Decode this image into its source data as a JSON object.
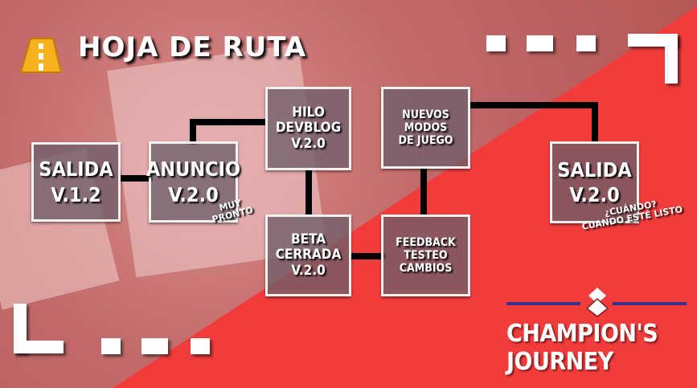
{
  "title": "HOJA DE RUTA",
  "boxes": {
    "salida_v1": {
      "line1": "SALIDA",
      "line2": "V.1.2"
    },
    "anuncio": {
      "line1": "ANUNCIO",
      "line2": "V.2.0"
    },
    "hilo": {
      "line1": "HILO",
      "line2": "DEVBLOG",
      "line3": "V.2.0"
    },
    "beta": {
      "line1": "BETA",
      "line2": "CERRADA",
      "line3": "V.2.0"
    },
    "nuevos": {
      "line1": "NUEVOS",
      "line2": "MODOS",
      "line3": "DE JUEGO"
    },
    "feedback": {
      "line1": "FEEDBACK",
      "line2": "TESTEO",
      "line3": "CAMBIOS"
    },
    "salida_v2": {
      "line1": "SALIDA",
      "line2": "V.2.0"
    }
  },
  "notes": {
    "muy_pronto": {
      "line1": "MUY",
      "line2": "PRONTO"
    },
    "cuando": {
      "line1": "¿CUÁNDO?",
      "line2": "CUANDO ESTÉ LISTO"
    }
  },
  "brand": {
    "name": "CHAMPION'S JOURNEY"
  },
  "colors": {
    "accent": "#f23c3c",
    "brand_line": "#3a2f8c",
    "box_border": "#f3f0f0"
  }
}
